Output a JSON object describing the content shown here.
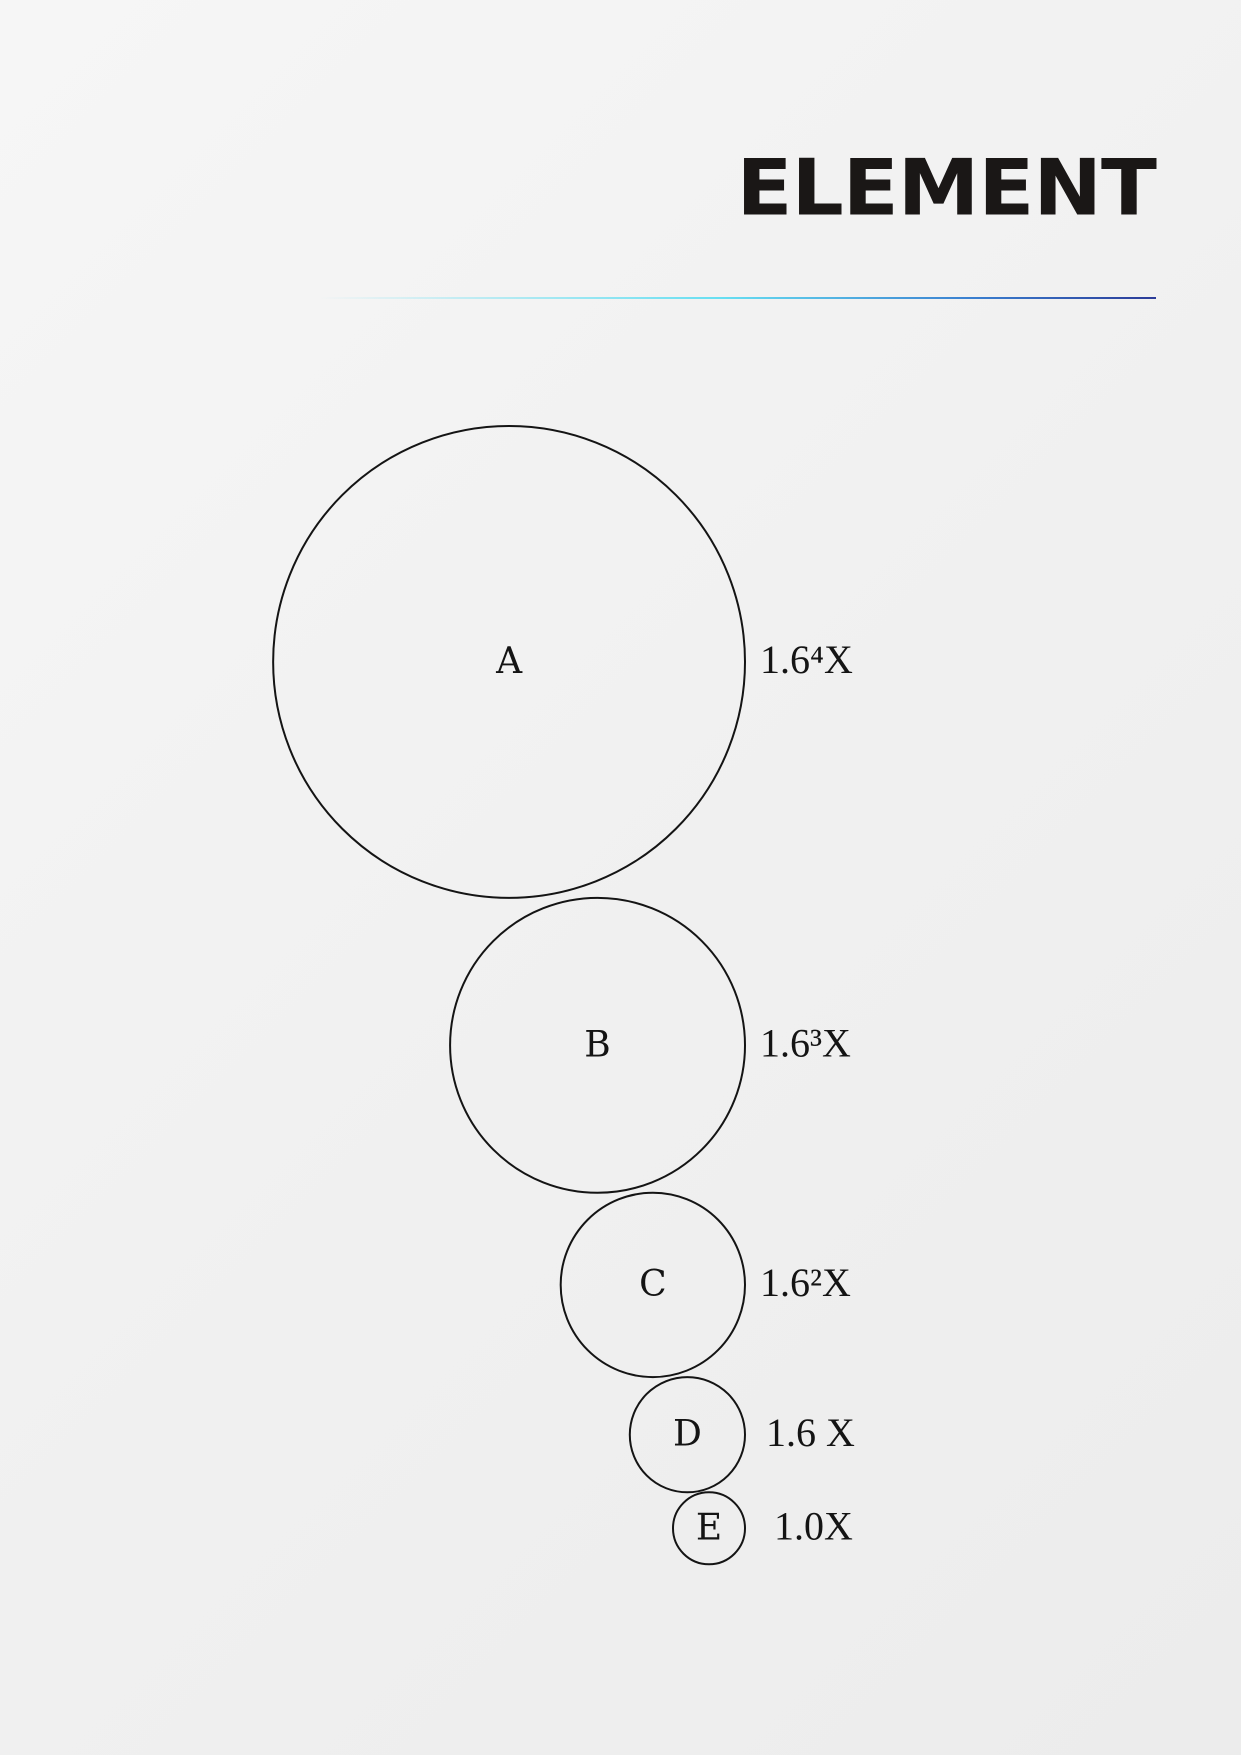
{
  "title": "ELEMENT",
  "elements": [
    {
      "letter": "A",
      "ratio": "1.6⁴X",
      "relative_size": 6.5536
    },
    {
      "letter": "B",
      "ratio": "1.6³X",
      "relative_size": 4.096
    },
    {
      "letter": "C",
      "ratio": "1.6²X",
      "relative_size": 2.56
    },
    {
      "letter": "D",
      "ratio": "1.6 X",
      "relative_size": 1.6
    },
    {
      "letter": "E",
      "ratio": "1.0X",
      "relative_size": 1.0
    }
  ]
}
